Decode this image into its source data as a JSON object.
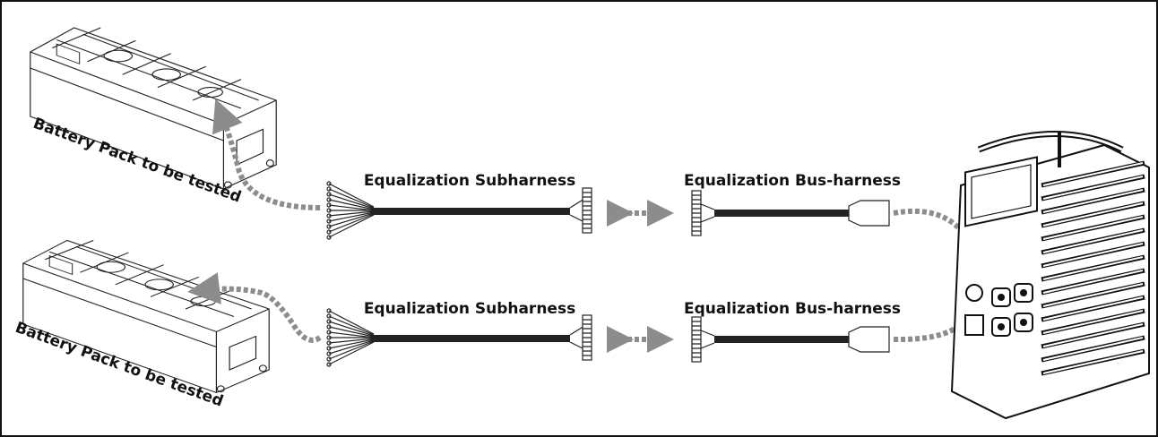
{
  "rows": [
    {
      "pack_label": "Battery Pack to be tested",
      "subharness_label": "Equalization Subharness",
      "busharness_label": "Equalization Bus-harness"
    },
    {
      "pack_label": "Battery Pack to be tested",
      "subharness_label": "Equalization Subharness",
      "busharness_label": "Equalization Bus-harness"
    }
  ],
  "colors": {
    "arrow": "#8c8c8c",
    "line": "#222222",
    "border": "#111111"
  },
  "icons": [
    "battery-pack-icon",
    "subharness-icon",
    "busharness-icon",
    "equalizer-device-icon"
  ]
}
